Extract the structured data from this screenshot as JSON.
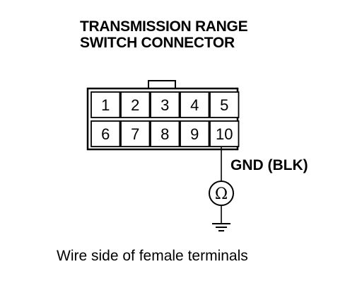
{
  "title": {
    "line1": "TRANSMISSION RANGE",
    "line2": "SWITCH CONNECTOR"
  },
  "connector": {
    "top_row": [
      "1",
      "2",
      "3",
      "4",
      "5"
    ],
    "bottom_row": [
      "6",
      "7",
      "8",
      "9",
      "10"
    ]
  },
  "ground_label": "GND (BLK)",
  "meter_symbol": "Ω",
  "caption": "Wire side of female terminals",
  "icons": {
    "meter": "ohmmeter-icon",
    "ground": "ground-icon"
  }
}
